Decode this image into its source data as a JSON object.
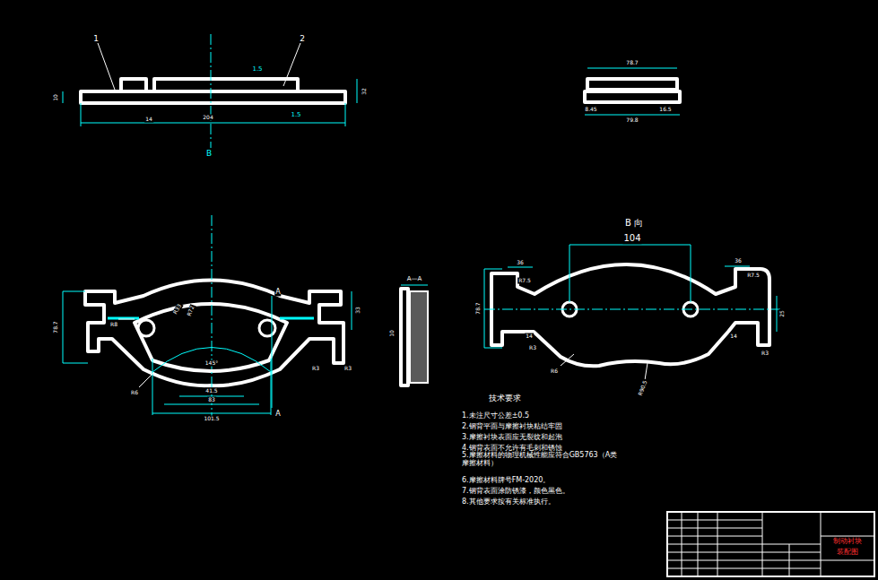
{
  "diagram": {
    "labels": [
      "1",
      "2",
      "1.5",
      "1.5",
      "14",
      "204",
      "10",
      "32",
      "B",
      "78.7",
      "8.45",
      "16.5",
      "79.8",
      "78.7",
      "33",
      "R8",
      "R33",
      "R72",
      "A",
      "A",
      "145°",
      "41.5",
      "83",
      "101.5",
      "R6",
      "R3",
      "R3",
      "A—A",
      "10",
      "B 向",
      "104",
      "36",
      "36",
      "R7.5",
      "R7.5",
      "78.7",
      "14",
      "14",
      "R3",
      "R3",
      "25",
      "R6",
      "R90.5",
      "技术要求",
      "1.未注尺寸公差±0.5",
      "2.钢背平面与摩擦衬块粘结牢固",
      "3.摩擦衬块表面应无裂纹和起泡",
      "4.钢背表面不允许有毛刺和锈蚀",
      "5.摩擦材料的物理机械性能应符合GB5763（A类摩擦材料）",
      "6.摩擦材料牌号FM-2020。",
      "7.钢背表面涂防锈漆，颜色黑色。",
      "8.其他要求按有关标准执行。",
      "制动衬块",
      "装配图"
    ]
  }
}
